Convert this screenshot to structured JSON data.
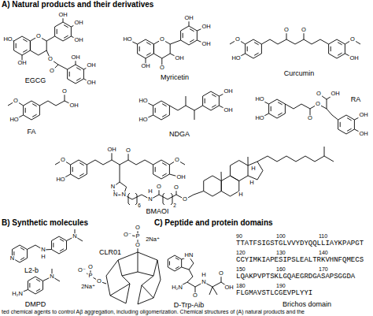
{
  "diagram": {
    "caption": "ted chemical agents to control Aβ aggregation, including oligomerization. Chemical structures of (A) natural products and the",
    "labels": [
      "A) Natural products and their derivatives",
      "HO",
      "OH",
      "O",
      "OH",
      "OH",
      "OH",
      "O",
      "O",
      "OH",
      "OH",
      "OH",
      "EGCG",
      "HO",
      "OH",
      "O",
      "O",
      "OH",
      "OH",
      "OH",
      "OH",
      "Myricetin",
      "O",
      "O",
      "O",
      "HO",
      "O",
      "OH",
      "Curcumin",
      "O",
      "HO",
      "O",
      "OH",
      "FA",
      "HO",
      "HO",
      "OH",
      "OH",
      "NDGA",
      "HO",
      "HO",
      "O",
      "O",
      "O",
      "OH",
      "OH",
      "OH",
      "RA",
      "O",
      "HO",
      "OH",
      "O",
      "O",
      "OH",
      "N",
      "N",
      "N",
      "6",
      "N",
      "H",
      "O",
      "2",
      "O",
      "O",
      "H",
      "H",
      "H",
      "BMAOI",
      "B) Synthetic molecules",
      "C) Peptide and protein domains",
      "N",
      "N",
      "H",
      "N",
      "L2-b",
      "H₂N",
      "N",
      "DMPD",
      "O⁻",
      "P",
      "O",
      "O",
      "2Na⁺",
      "O⁻",
      "P",
      "O",
      "O",
      "2Na⁺",
      "CLR01",
      "HN",
      "H₂N",
      "O",
      "N",
      "H",
      "O",
      "OH",
      "D-Trp-Aib",
      "90",
      "100",
      "110",
      "TTATFSIGSTGLVVYDYQQLLIAYKPAPGT",
      "120",
      "130",
      "140",
      "CCYIMKIAPESIPSLEALTRKVHNFQMECS",
      "150",
      "160",
      "170",
      "LQAKPVPTSKLGQAEGRDGASAPSGGDA",
      "180",
      "190",
      "FLGMAVSTLCGEVPLYYI",
      "Brichos domain"
    ]
  }
}
